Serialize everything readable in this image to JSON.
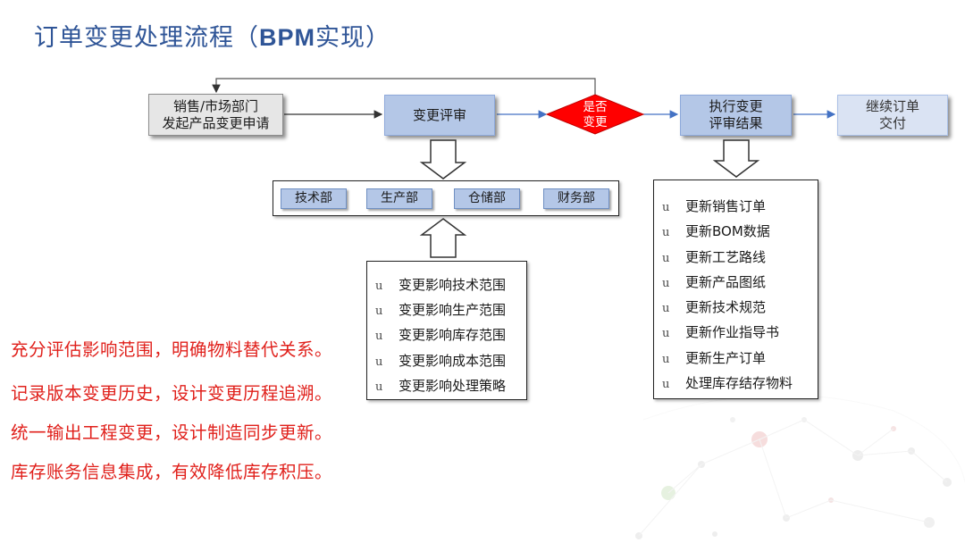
{
  "title": {
    "prefix": "订单变更处理流程（",
    "bold": "BPM",
    "suffix": "实现）"
  },
  "flow": {
    "start_line1": "销售/市场部门",
    "start_line2": "发起产品变更申请",
    "review": "变更评审",
    "decision_line1": "是否",
    "decision_line2": "变更",
    "execute_line1": "执行变更",
    "execute_line2": "评审结果",
    "deliver_line1": "继续订单",
    "deliver_line2": "交付"
  },
  "departments": [
    "技术部",
    "生产部",
    "仓储部",
    "财务部"
  ],
  "bullet_marker": "u",
  "impact_items": [
    "变更影响技术范围",
    "变更影响生产范围",
    "变更影响库存范围",
    "变更影响成本范围",
    "变更影响处理策略"
  ],
  "update_items": [
    "更新销售订单",
    "更新BOM数据",
    "更新工艺路线",
    "更新产品图纸",
    "更新技术规范",
    "更新作业指导书",
    "更新生产订单",
    "处理库存结存物料"
  ],
  "benefits": [
    "充分评估影响范围，明确物料替代关系。",
    "记录版本变更历史，设计变更历程追溯。",
    "统一输出工程变更，设计制造同步更新。",
    "库存账务信息集成，有效降低库存积压。"
  ],
  "colors": {
    "title": "#2f5597",
    "box_blue": "#b4c7e7",
    "diamond": "#ff0000",
    "benefit_text": "#e0201b",
    "arrow": "#4472c4"
  }
}
